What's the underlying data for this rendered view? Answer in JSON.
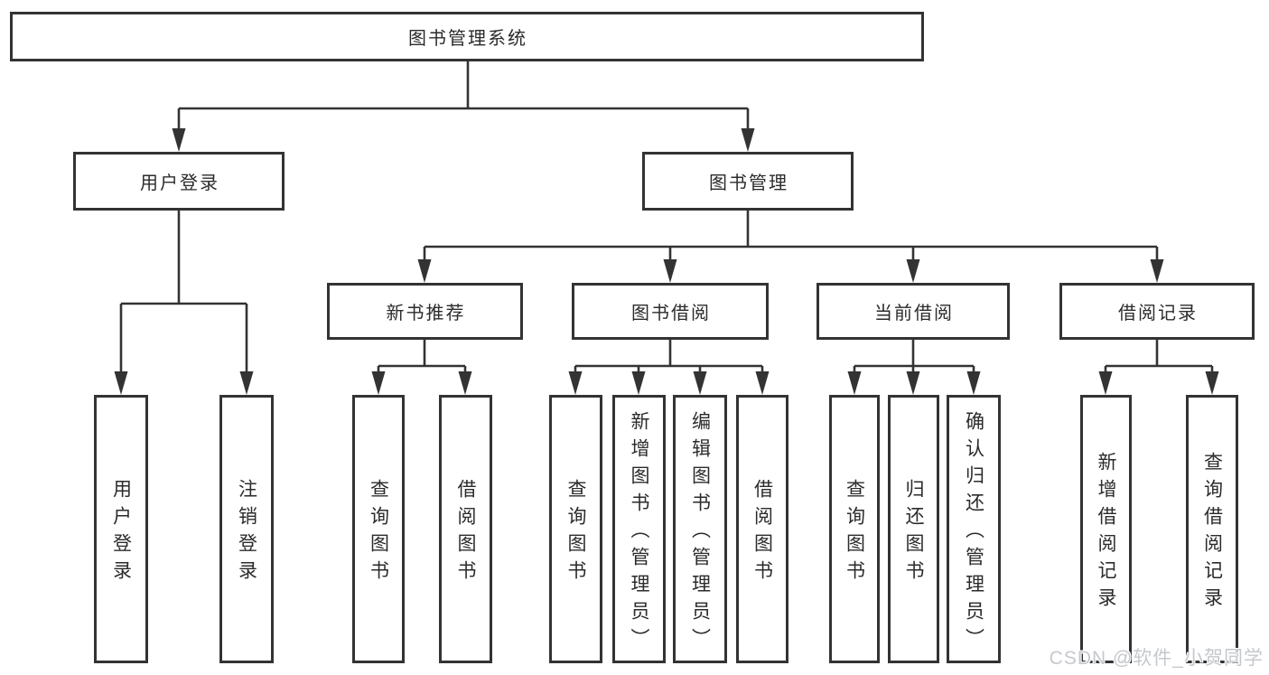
{
  "diagram": {
    "root": {
      "label": "图书管理系统"
    },
    "branches": [
      {
        "label": "用户登录",
        "children": [
          "用户登录",
          "注销登录"
        ]
      },
      {
        "label": "图书管理",
        "children": [
          {
            "label": "新书推荐",
            "children": [
              "查询图书",
              "借阅图书"
            ]
          },
          {
            "label": "图书借阅",
            "children": [
              "查询图书",
              "新增图书（管理员）",
              "编辑图书（管理员）",
              "借阅图书"
            ]
          },
          {
            "label": "当前借阅",
            "children": [
              "查询图书",
              "归还图书",
              "确认归还（管理员）"
            ]
          },
          {
            "label": "借阅记录",
            "children": [
              "新增借阅记录",
              "查询借阅记录"
            ]
          }
        ]
      }
    ]
  },
  "watermark": {
    "text": "CSDN @软件_小贺同学"
  },
  "colors": {
    "line": "#333333",
    "text": "#2b2b2b",
    "watermark": "#c5c8cd",
    "background": "#ffffff"
  }
}
